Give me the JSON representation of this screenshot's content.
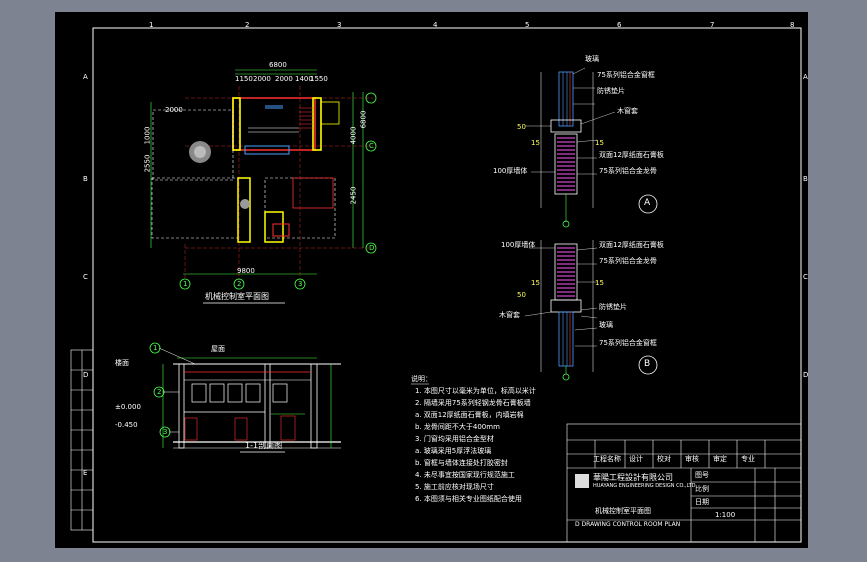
{
  "title_block": {
    "company": "華陽工程設計有限公司",
    "company_en": "HUAYANG ENGINEERING DESIGN CO.,LTD",
    "drawing_title_cn": "机械控制室平面图",
    "drawing_title_en": "D DRAWING CONTROL ROOM PLAN",
    "cells": [
      "工程名称",
      "设计",
      "校对",
      "审核",
      "审定",
      "专业",
      "图号",
      "比例",
      "日期",
      "1:100"
    ]
  },
  "plan": {
    "caption": "机械控制室平面图",
    "dim_top": "6800",
    "dim_segments": [
      "1150",
      "2000",
      "2000",
      "1400",
      "1550"
    ],
    "dim_bottom": "9800",
    "dim_right": [
      "6800",
      "4000",
      "2450"
    ],
    "dim_left": [
      "2000",
      "1000",
      "2550"
    ],
    "axes": [
      "1",
      "2",
      "3",
      "C",
      "D"
    ]
  },
  "section": {
    "caption": "1-1剖面图",
    "labels": [
      "屋面",
      "楼面",
      "±0.000",
      "-0.450"
    ],
    "elev_marks": [
      "1",
      "2",
      "3"
    ]
  },
  "details": {
    "detail_a_labels": [
      "玻璃",
      "75系列铝合金窗框",
      "防锈垫片",
      "木窗套",
      "100厚墙体",
      "双面12厚纸面石膏板",
      "75系列铝合金龙骨"
    ],
    "detail_a_dims": [
      "50",
      "15",
      "15"
    ],
    "detail_b_labels": [
      "100厚墙体",
      "双面12厚纸面石膏板",
      "75系列铝合金龙骨",
      "木窗套",
      "防锈垫片",
      "玻璃",
      "75系列铝合金窗框"
    ],
    "detail_b_dims": [
      "50",
      "15",
      "15"
    ],
    "marker_a": "A",
    "marker_b": "B"
  },
  "notes": {
    "heading": "说明：",
    "lines": [
      "1. 本图尺寸以毫米为单位，标高以米计",
      "2. 隔墙采用75系列轻钢龙骨石膏板墙",
      "  a. 双面12厚纸面石膏板，内填岩棉",
      "  b. 龙骨间距不大于400mm",
      "3. 门窗均采用铝合金型材",
      "  a. 玻璃采用5厚浮法玻璃",
      "  b. 窗框与墙体连接处打胶密封",
      "4. 未尽事宜按国家现行规范施工",
      "5. 施工前应核对现场尺寸",
      "6. 本图须与相关专业图纸配合使用"
    ]
  },
  "border": {
    "top_numbers": [
      "1",
      "2",
      "3",
      "4",
      "5",
      "6",
      "7",
      "8"
    ],
    "side_letters": [
      "A",
      "B",
      "C",
      "D",
      "E"
    ]
  },
  "colors": {
    "background": "#000000",
    "frame_outer": "#7d8390",
    "wall": "#ff3030",
    "column": "#ffff00",
    "dimension": "#4cff4c",
    "hatch": "#cc44cc",
    "glass": "#4aa0ff",
    "text": "#ffffff"
  }
}
